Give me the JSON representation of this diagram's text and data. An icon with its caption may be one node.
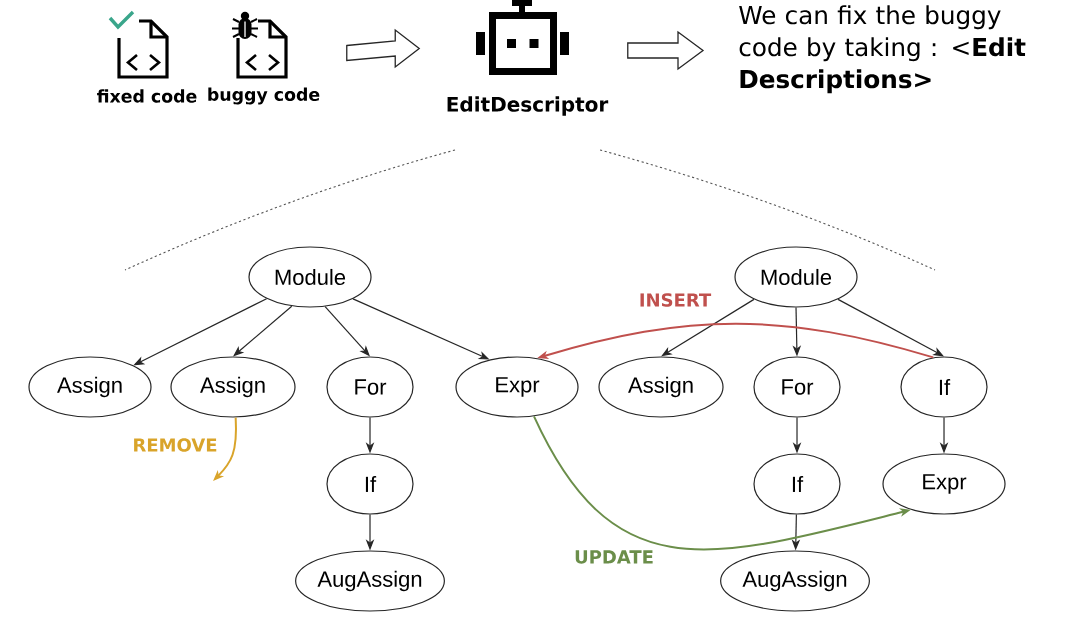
{
  "diagram": {
    "nodes": [
      {
        "text": [
          "fixed code"
        ]
      },
      {
        "text": [
          "buggy code"
        ]
      },
      {
        "text": [
          "EditDescriptor"
        ]
      },
      {
        "text": [
          "We can fix the buggy code by taking : <**Edit Descriptions>**"
        ]
      },
      {
        "text": [
          "Module"
        ]
      },
      {
        "text": [
          "Module"
        ]
      },
      {
        "text": [
          "Assign"
        ]
      },
      {
        "text": [
          "Assign"
        ]
      },
      {
        "text": [
          "For"
        ]
      },
      {
        "text": [
          "Expr"
        ]
      },
      {
        "text": [
          "Assign"
        ]
      },
      {
        "text": [
          "For"
        ]
      },
      {
        "text": [
          "If"
        ]
      },
      {
        "text": [
          "If"
        ]
      },
      {
        "text": [
          "If"
        ]
      },
      {
        "text": [
          "Expr"
        ]
      },
      {
        "text": [
          "AugAssign"
        ]
      },
      {
        "text": [
          "AugAssign"
        ]
      }
    ],
    "edges": [
      {
        "from": 1,
        "to": 2,
        "arrow": "to",
        "style": "thick"
      },
      {
        "from": 2,
        "to": 3,
        "arrow": "to",
        "style": "thick"
      },
      {
        "from": 4,
        "to": 6,
        "arrow": "to"
      },
      {
        "from": 4,
        "to": 7,
        "arrow": "to"
      },
      {
        "from": 4,
        "to": 8,
        "arrow": "to"
      },
      {
        "from": 4,
        "to": 9,
        "arrow": "to"
      },
      {
        "from": 8,
        "to": 13,
        "arrow": "to"
      },
      {
        "from": 13,
        "to": 16,
        "arrow": "to"
      },
      {
        "from": 5,
        "to": 10,
        "arrow": "to"
      },
      {
        "from": 5,
        "to": 11,
        "arrow": "to"
      },
      {
        "from": 5,
        "to": 12,
        "arrow": "to"
      },
      {
        "from": 11,
        "to": 14,
        "arrow": "to"
      },
      {
        "from": 14,
        "to": 17,
        "arrow": "to"
      },
      {
        "from": 12,
        "to": 15,
        "arrow": "to"
      },
      {
        "from": 12,
        "to": 9,
        "arrow": "to",
        "label": "INSERT",
        "color": "#c0504d"
      },
      {
        "from": 9,
        "to": 15,
        "arrow": "to",
        "label": "UPDATE",
        "color": "#6b8e4a"
      },
      {
        "from": 7,
        "to": null,
        "arrow": "to",
        "label": "REMOVE",
        "color": "#d9a42a"
      }
    ]
  }
}
